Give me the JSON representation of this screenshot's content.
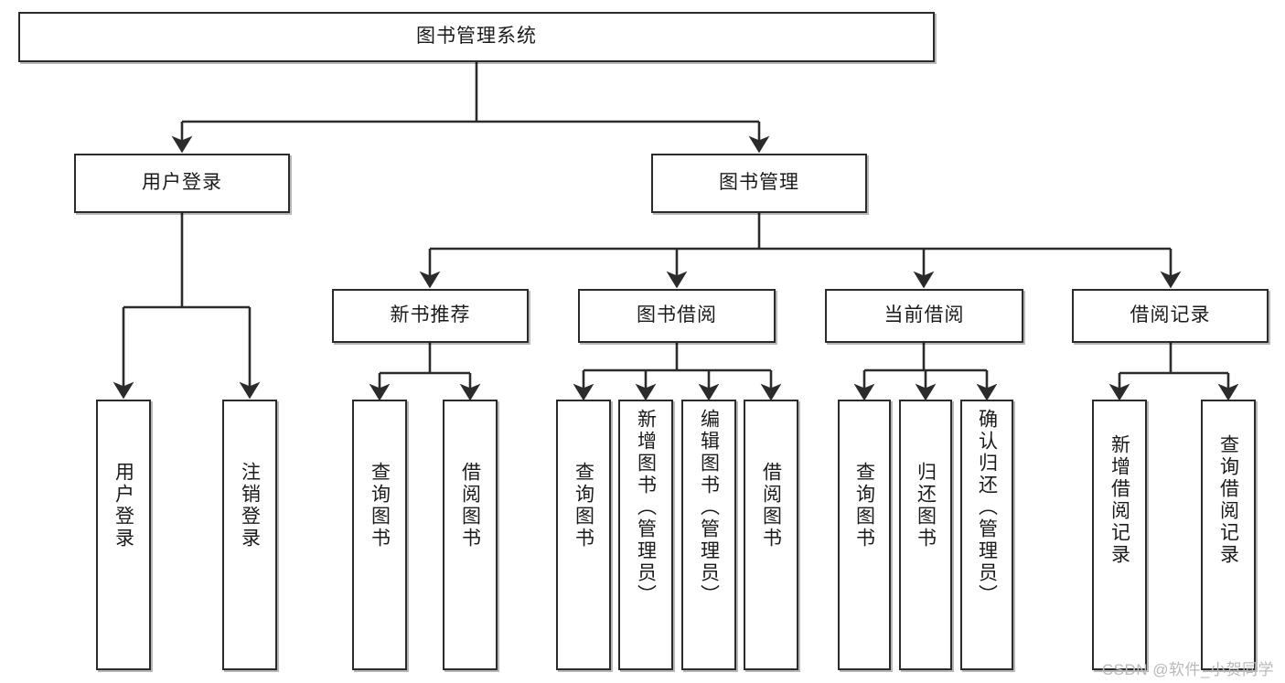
{
  "diagram": {
    "type": "tree-hierarchy",
    "orientation": "top-down",
    "root": {
      "id": "root",
      "label": "图书管理系统"
    },
    "level2": [
      {
        "id": "user-login",
        "label": "用户登录"
      },
      {
        "id": "book-management",
        "label": "图书管理"
      }
    ],
    "level3": [
      {
        "id": "new-book-recommend",
        "label": "新书推荐",
        "parent": "book-management"
      },
      {
        "id": "book-borrow",
        "label": "图书借阅",
        "parent": "book-management"
      },
      {
        "id": "current-borrow",
        "label": "当前借阅",
        "parent": "book-management"
      },
      {
        "id": "borrow-record",
        "label": "借阅记录",
        "parent": "book-management"
      }
    ],
    "leaves": [
      {
        "id": "leaf-user-login",
        "label": "用户登录",
        "parent": "user-login"
      },
      {
        "id": "leaf-logout-login",
        "label": "注销登录",
        "parent": "user-login"
      },
      {
        "id": "leaf-query-book-1",
        "label": "查询图书",
        "parent": "new-book-recommend"
      },
      {
        "id": "leaf-borrow-book-1",
        "label": "借阅图书",
        "parent": "new-book-recommend"
      },
      {
        "id": "leaf-query-book-2",
        "label": "查询图书",
        "parent": "book-borrow"
      },
      {
        "id": "leaf-add-book",
        "label": "新增图书（管理员）",
        "parent": "book-borrow"
      },
      {
        "id": "leaf-edit-book",
        "label": "编辑图书（管理员）",
        "parent": "book-borrow"
      },
      {
        "id": "leaf-borrow-book-2",
        "label": "借阅图书",
        "parent": "book-borrow"
      },
      {
        "id": "leaf-query-book-3",
        "label": "查询图书",
        "parent": "current-borrow"
      },
      {
        "id": "leaf-return-book",
        "label": "归还图书",
        "parent": "current-borrow"
      },
      {
        "id": "leaf-confirm-return",
        "label": "确认归还（管理员）",
        "parent": "current-borrow"
      },
      {
        "id": "leaf-add-record",
        "label": "新增借阅记录",
        "parent": "borrow-record"
      },
      {
        "id": "leaf-query-record",
        "label": "查询借阅记录",
        "parent": "borrow-record"
      }
    ],
    "colors": {
      "stroke": "#2b2b2b",
      "fill": "#ffffff",
      "text": "#1b1b1b",
      "watermark": "#b9b9b9"
    }
  },
  "watermark": {
    "text": "CSDN @软件_小贺同学"
  }
}
